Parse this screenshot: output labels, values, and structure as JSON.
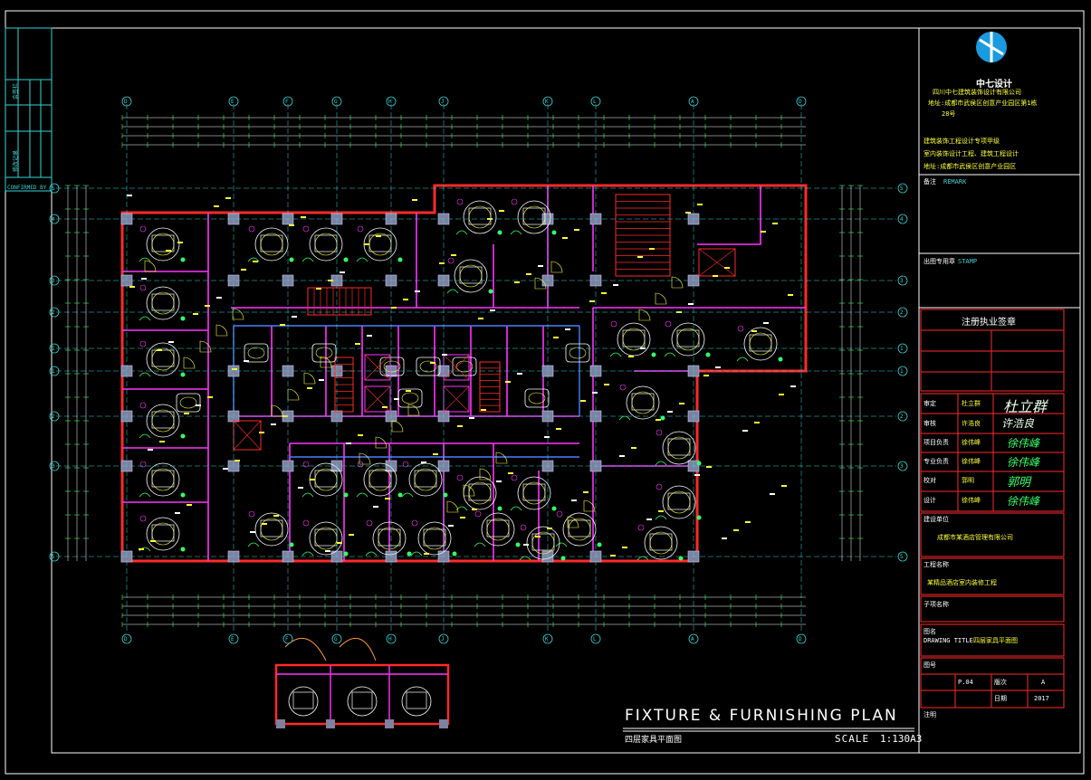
{
  "drawing": {
    "title": "FIXTURE & FURNISHING PLAN",
    "subtitle": "四层家具平面图",
    "scale_label": "SCALE",
    "scale_value": "1:130A3"
  },
  "title_block": {
    "company_logo_text": "中七设计",
    "company_lines": [
      "四川中七建筑装饰设计有限公司",
      "地址:成都市武侯区创意产业园区第1栋",
      "28号"
    ],
    "info_lines": [
      "建筑装饰工程设计专项甲级",
      "室内装饰设计工程、建筑工程设计",
      "地址:成都市武侯区创意产业园区"
    ],
    "remark_label": "备注",
    "remark_value": "REMARK",
    "stamp_label": "出图专用章",
    "stamp_value": "STAMP",
    "reg_stamp_title": "注册执业签章",
    "roles": [
      {
        "role": "审定",
        "name": "杜立群"
      },
      {
        "role": "审核",
        "name": "许浩良"
      },
      {
        "role": "项目负责",
        "name": "徐伟峰"
      },
      {
        "role": "专业负责",
        "name": "徐伟峰"
      },
      {
        "role": "校对",
        "name": "郭明"
      },
      {
        "role": "设计",
        "name": "徐伟峰"
      }
    ],
    "signatures": [
      "杜立群",
      "许浩良",
      "徐伟峰",
      "徐伟峰",
      "郭明",
      "徐伟峰"
    ],
    "client_label": "建设单位",
    "client_value": "成都市某酒店管理有限公司",
    "project_label": "工程名称",
    "project_value": "某精品酒店室内装修工程",
    "sub_label": "子项名称",
    "drawing_title_label": "图名",
    "drawing_title_en": "DRAWING TITLE",
    "drawing_title_value": "四层家具平面图",
    "sheet_label": "图号",
    "sheet_value": "P.04",
    "ver_label": "版次",
    "ver_value": "A",
    "date_label": "日期",
    "date_value": "2017",
    "notes_label": "注明",
    "left_strip": {
      "top_label": "会签栏",
      "mid_label": "修改记录",
      "bottom_label": "CONFIRMED BY"
    }
  },
  "colors": {
    "background": "#000000",
    "frame": "#ffffff",
    "wall": "#ff2a2a",
    "partition": "#ff33ff",
    "column": "#8080a0",
    "grid": "#33d6d6",
    "furniture": "#ffffff",
    "furniture_accent": "#ffff33",
    "plant": "#33ff66"
  },
  "grid_cols": [
    "D",
    "E",
    "F",
    "G",
    "H",
    "J",
    "K",
    "L",
    "A"
  ],
  "grid_rows": [
    "5",
    "4",
    "3",
    "2",
    "1",
    "1",
    "2",
    "3"
  ]
}
